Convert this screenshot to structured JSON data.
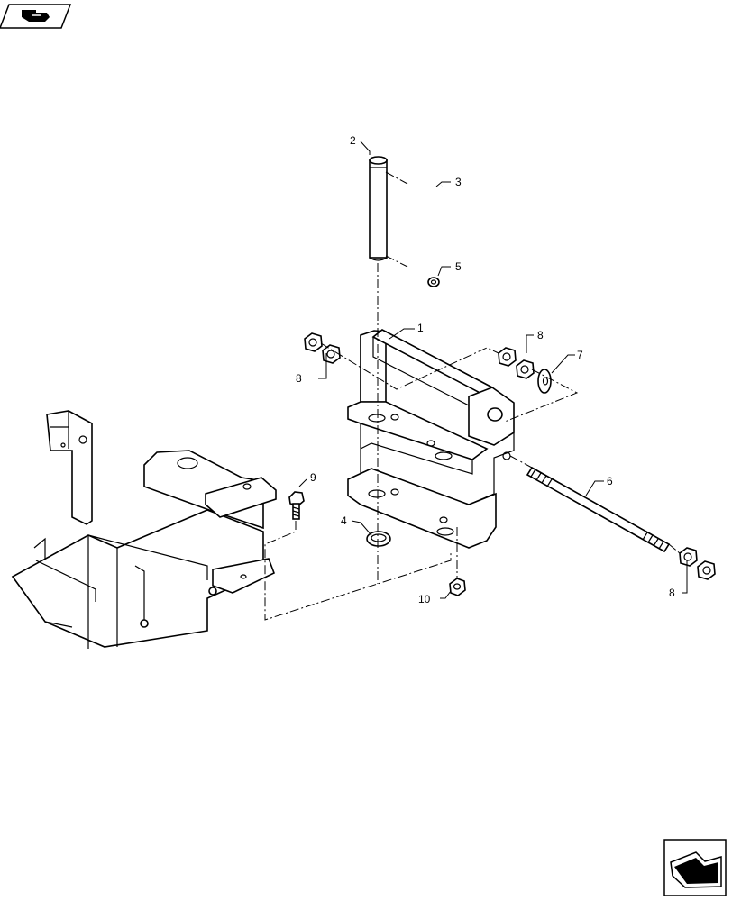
{
  "icons": {
    "top_left": "view-direction-icon",
    "bottom_right": "navigation-arrow-icon"
  },
  "callouts": {
    "c1": "1",
    "c2": "2",
    "c3": "3",
    "c4": "4",
    "c5": "5",
    "c6": "6",
    "c7": "7",
    "c8a": "8",
    "c8b": "8",
    "c8c": "8",
    "c9": "9",
    "c10": "10"
  }
}
